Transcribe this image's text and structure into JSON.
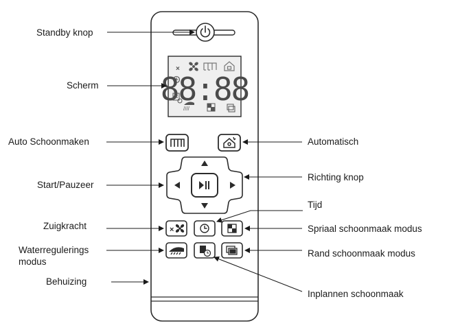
{
  "labels": {
    "standby": "Standby knop",
    "screen": "Scherm",
    "auto_clean": "Auto Schoonmaken",
    "automatic": "Automatisch",
    "direction": "Richting knop",
    "start_pause": "Start/Pauzeer",
    "time": "Tijd",
    "suction": "Zuigkracht",
    "spiral": "Spriaal schoonmaak modus",
    "water_line1": "Waterregulerings",
    "water_line2": "modus",
    "edge": "Rand schoonmaak modus",
    "housing": "Behuizing",
    "schedule": "Inplannen schoonmaak"
  },
  "display": {
    "digits": "88:88"
  },
  "icons": {
    "power": "power-icon",
    "mode_auto": "auto-clean-icon",
    "home": "home-icon",
    "play_pause": "play-pause-icon",
    "fan": "fan-icon",
    "clock": "clock-icon",
    "spiral": "spiral-icon",
    "water": "water-icon",
    "schedule": "schedule-icon",
    "edge": "edge-icon"
  },
  "colors": {
    "stroke": "#2b2b2b",
    "screen_bg": "#efefef",
    "screen_icon": "#6a6a6a"
  }
}
